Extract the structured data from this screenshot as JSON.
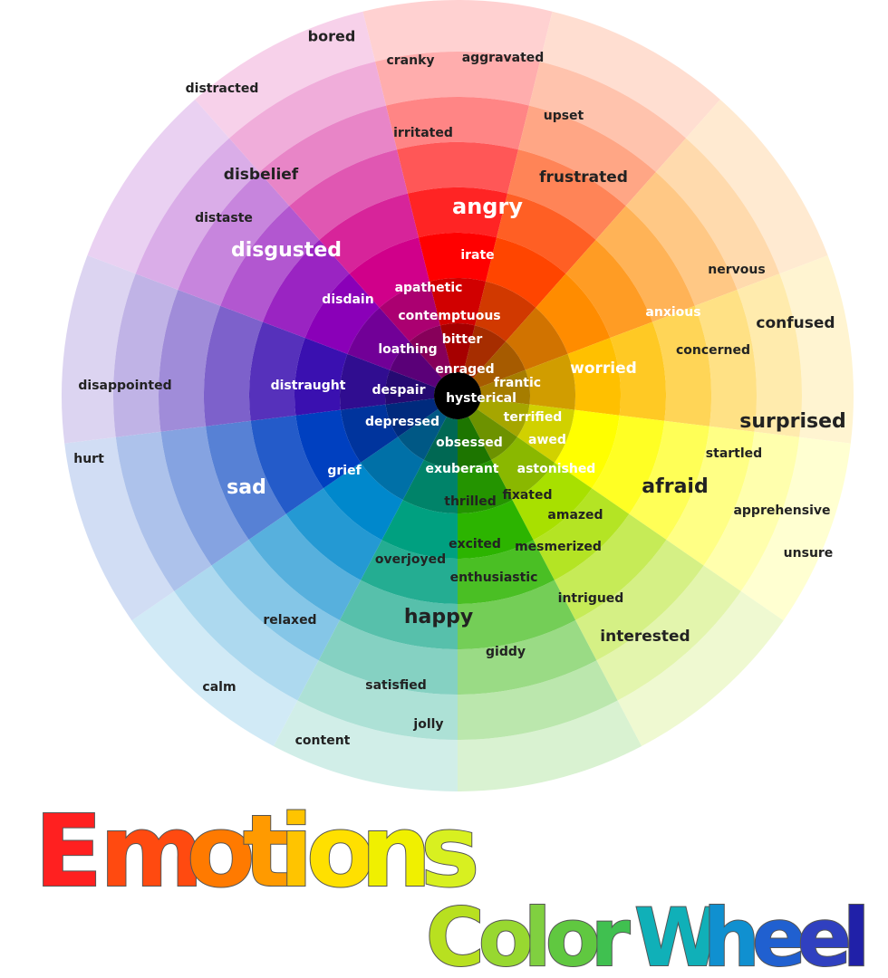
{
  "wheel": {
    "sector_colors": [
      "#ff0000",
      "#ff4500",
      "#ff8c00",
      "#ffc000",
      "#ffff00",
      "#a8e000",
      "#2cb400",
      "#00a080",
      "#0088cc",
      "#0040c0",
      "#3a10b0",
      "#8a00b8",
      "#d0008a"
    ],
    "words": [
      {
        "text": "angry",
        "size": 24,
        "color": "#ffffff"
      },
      {
        "text": "irate",
        "size": 14,
        "color": "#ffffff"
      },
      {
        "text": "irritated",
        "size": 14,
        "color": "#222222"
      },
      {
        "text": "cranky",
        "size": 14,
        "color": "#222222"
      },
      {
        "text": "aggravated",
        "size": 14,
        "color": "#222222"
      },
      {
        "text": "upset",
        "size": 14,
        "color": "#222222"
      },
      {
        "text": "frustrated",
        "size": 17,
        "color": "#222222"
      },
      {
        "text": "bored",
        "size": 16,
        "color": "#222222"
      },
      {
        "text": "distracted",
        "size": 14,
        "color": "#222222"
      },
      {
        "text": "disbelief",
        "size": 17,
        "color": "#222222"
      },
      {
        "text": "distaste",
        "size": 14,
        "color": "#222222"
      },
      {
        "text": "disgusted",
        "size": 22,
        "color": "#ffffff"
      },
      {
        "text": "disdain",
        "size": 14,
        "color": "#ffffff"
      },
      {
        "text": "apathetic",
        "size": 14,
        "color": "#ffffff"
      },
      {
        "text": "contemptuous",
        "size": 14,
        "color": "#ffffff"
      },
      {
        "text": "loathing",
        "size": 14,
        "color": "#ffffff"
      },
      {
        "text": "bitter",
        "size": 14,
        "color": "#ffffff"
      },
      {
        "text": "enraged",
        "size": 14,
        "color": "#ffffff"
      },
      {
        "text": "frantic",
        "size": 14,
        "color": "#ffffff"
      },
      {
        "text": "hysterical",
        "size": 14,
        "color": "#ffffff"
      },
      {
        "text": "despair",
        "size": 14,
        "color": "#ffffff"
      },
      {
        "text": "distraught",
        "size": 14,
        "color": "#ffffff"
      },
      {
        "text": "disappointed",
        "size": 14,
        "color": "#222222"
      },
      {
        "text": "hurt",
        "size": 14,
        "color": "#222222"
      },
      {
        "text": "depressed",
        "size": 14,
        "color": "#ffffff"
      },
      {
        "text": "obsessed",
        "size": 14,
        "color": "#ffffff"
      },
      {
        "text": "terrified",
        "size": 14,
        "color": "#ffffff"
      },
      {
        "text": "awed",
        "size": 14,
        "color": "#ffffff"
      },
      {
        "text": "exuberant",
        "size": 14,
        "color": "#ffffff"
      },
      {
        "text": "astonished",
        "size": 14,
        "color": "#ffffff"
      },
      {
        "text": "grief",
        "size": 14,
        "color": "#ffffff"
      },
      {
        "text": "sad",
        "size": 22,
        "color": "#ffffff"
      },
      {
        "text": "thrilled",
        "size": 14,
        "color": "#222222"
      },
      {
        "text": "fixated",
        "size": 14,
        "color": "#222222"
      },
      {
        "text": "amazed",
        "size": 14,
        "color": "#222222"
      },
      {
        "text": "excited",
        "size": 14,
        "color": "#222222"
      },
      {
        "text": "mesmerized",
        "size": 14,
        "color": "#222222"
      },
      {
        "text": "overjoyed",
        "size": 14,
        "color": "#222222"
      },
      {
        "text": "enthusiastic",
        "size": 14,
        "color": "#222222"
      },
      {
        "text": "intrigued",
        "size": 14,
        "color": "#222222"
      },
      {
        "text": "happy",
        "size": 22,
        "color": "#222222"
      },
      {
        "text": "relaxed",
        "size": 14,
        "color": "#222222"
      },
      {
        "text": "giddy",
        "size": 14,
        "color": "#222222"
      },
      {
        "text": "interested",
        "size": 17,
        "color": "#222222"
      },
      {
        "text": "calm",
        "size": 14,
        "color": "#222222"
      },
      {
        "text": "satisfied",
        "size": 14,
        "color": "#222222"
      },
      {
        "text": "jolly",
        "size": 14,
        "color": "#222222"
      },
      {
        "text": "content",
        "size": 14,
        "color": "#222222"
      },
      {
        "text": "worried",
        "size": 17,
        "color": "#ffffff"
      },
      {
        "text": "anxious",
        "size": 14,
        "color": "#ffffff"
      },
      {
        "text": "concerned",
        "size": 14,
        "color": "#222222"
      },
      {
        "text": "nervous",
        "size": 14,
        "color": "#222222"
      },
      {
        "text": "confused",
        "size": 17,
        "color": "#222222"
      },
      {
        "text": "surprised",
        "size": 22,
        "color": "#222222"
      },
      {
        "text": "startled",
        "size": 14,
        "color": "#222222"
      },
      {
        "text": "afraid",
        "size": 22,
        "color": "#222222"
      },
      {
        "text": "apprehensive",
        "size": 14,
        "color": "#222222"
      },
      {
        "text": "unsure",
        "size": 14,
        "color": "#222222"
      }
    ]
  },
  "title": {
    "line1": {
      "letters": [
        "E",
        "m",
        "o",
        "t",
        "i",
        "o",
        "n",
        "s"
      ],
      "colors": [
        "#ff2020",
        "#ff4a10",
        "#ff7a00",
        "#ff9a00",
        "#ffc400",
        "#ffe000",
        "#f0f000",
        "#d8f020"
      ]
    },
    "line2a": {
      "letters": [
        "C",
        "o",
        "l",
        "o",
        "r"
      ],
      "colors": [
        "#b8e020",
        "#98d830",
        "#80d040",
        "#60c840",
        "#40c050"
      ]
    },
    "line2b": {
      "letters": [
        "W",
        "h",
        "e",
        "e",
        "l"
      ],
      "colors": [
        "#10b0b8",
        "#1090d0",
        "#2060d0",
        "#3040c0",
        "#2020a8"
      ]
    }
  }
}
